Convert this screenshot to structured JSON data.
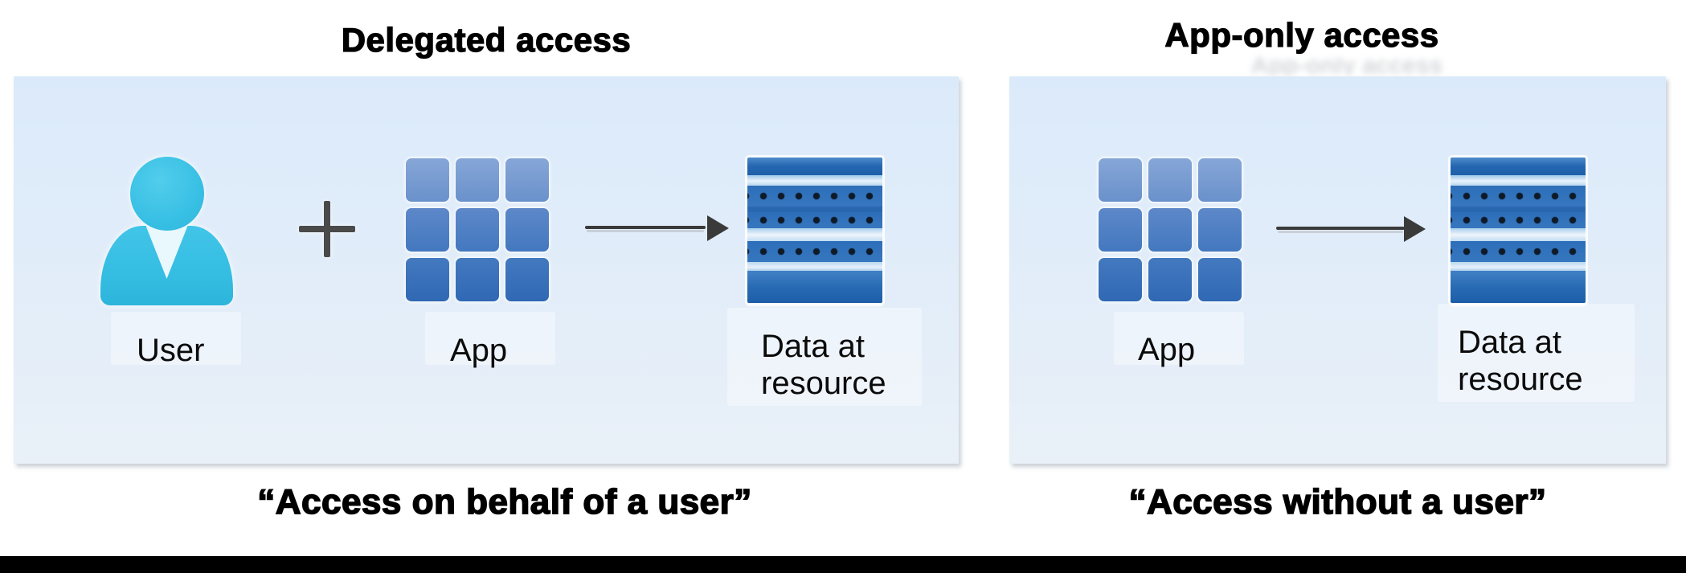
{
  "diagram": {
    "left": {
      "title": "Delegated access",
      "user_label": "User",
      "app_label": "App",
      "data_label_line1": "Data at",
      "data_label_line2": "resource",
      "caption": "“Access on behalf of a user”"
    },
    "right": {
      "title": "App-only access",
      "app_label": "App",
      "data_label_line1": "Data at",
      "data_label_line2": "resource",
      "caption": "“Access without a user”"
    }
  },
  "icons": {
    "user": "user-person-icon",
    "app": "app-grid-icon",
    "data": "database-stack-icon",
    "plus": "plus-icon",
    "arrow": "arrow-right-icon"
  },
  "colors": {
    "panel_bg_top": "#dbeafa",
    "panel_bg_bottom": "#e9f0f8",
    "user_icon_cyan": "#3ac1e5",
    "app_grid_row_top": "#7b9ed2",
    "app_grid_row_mid": "#4d7ec3",
    "app_grid_row_bottom": "#3a72bb",
    "database_dark_blue": "#1d5fa9",
    "database_band_blue": "#2e6fba",
    "database_light_stripe": "#e8f2fb",
    "database_dot": "#0e1a28",
    "arrow_gray": "#3a3a3a",
    "plus_gray": "#4a4a4a",
    "text_black": "#000000",
    "bottom_bar_black": "#000000"
  }
}
